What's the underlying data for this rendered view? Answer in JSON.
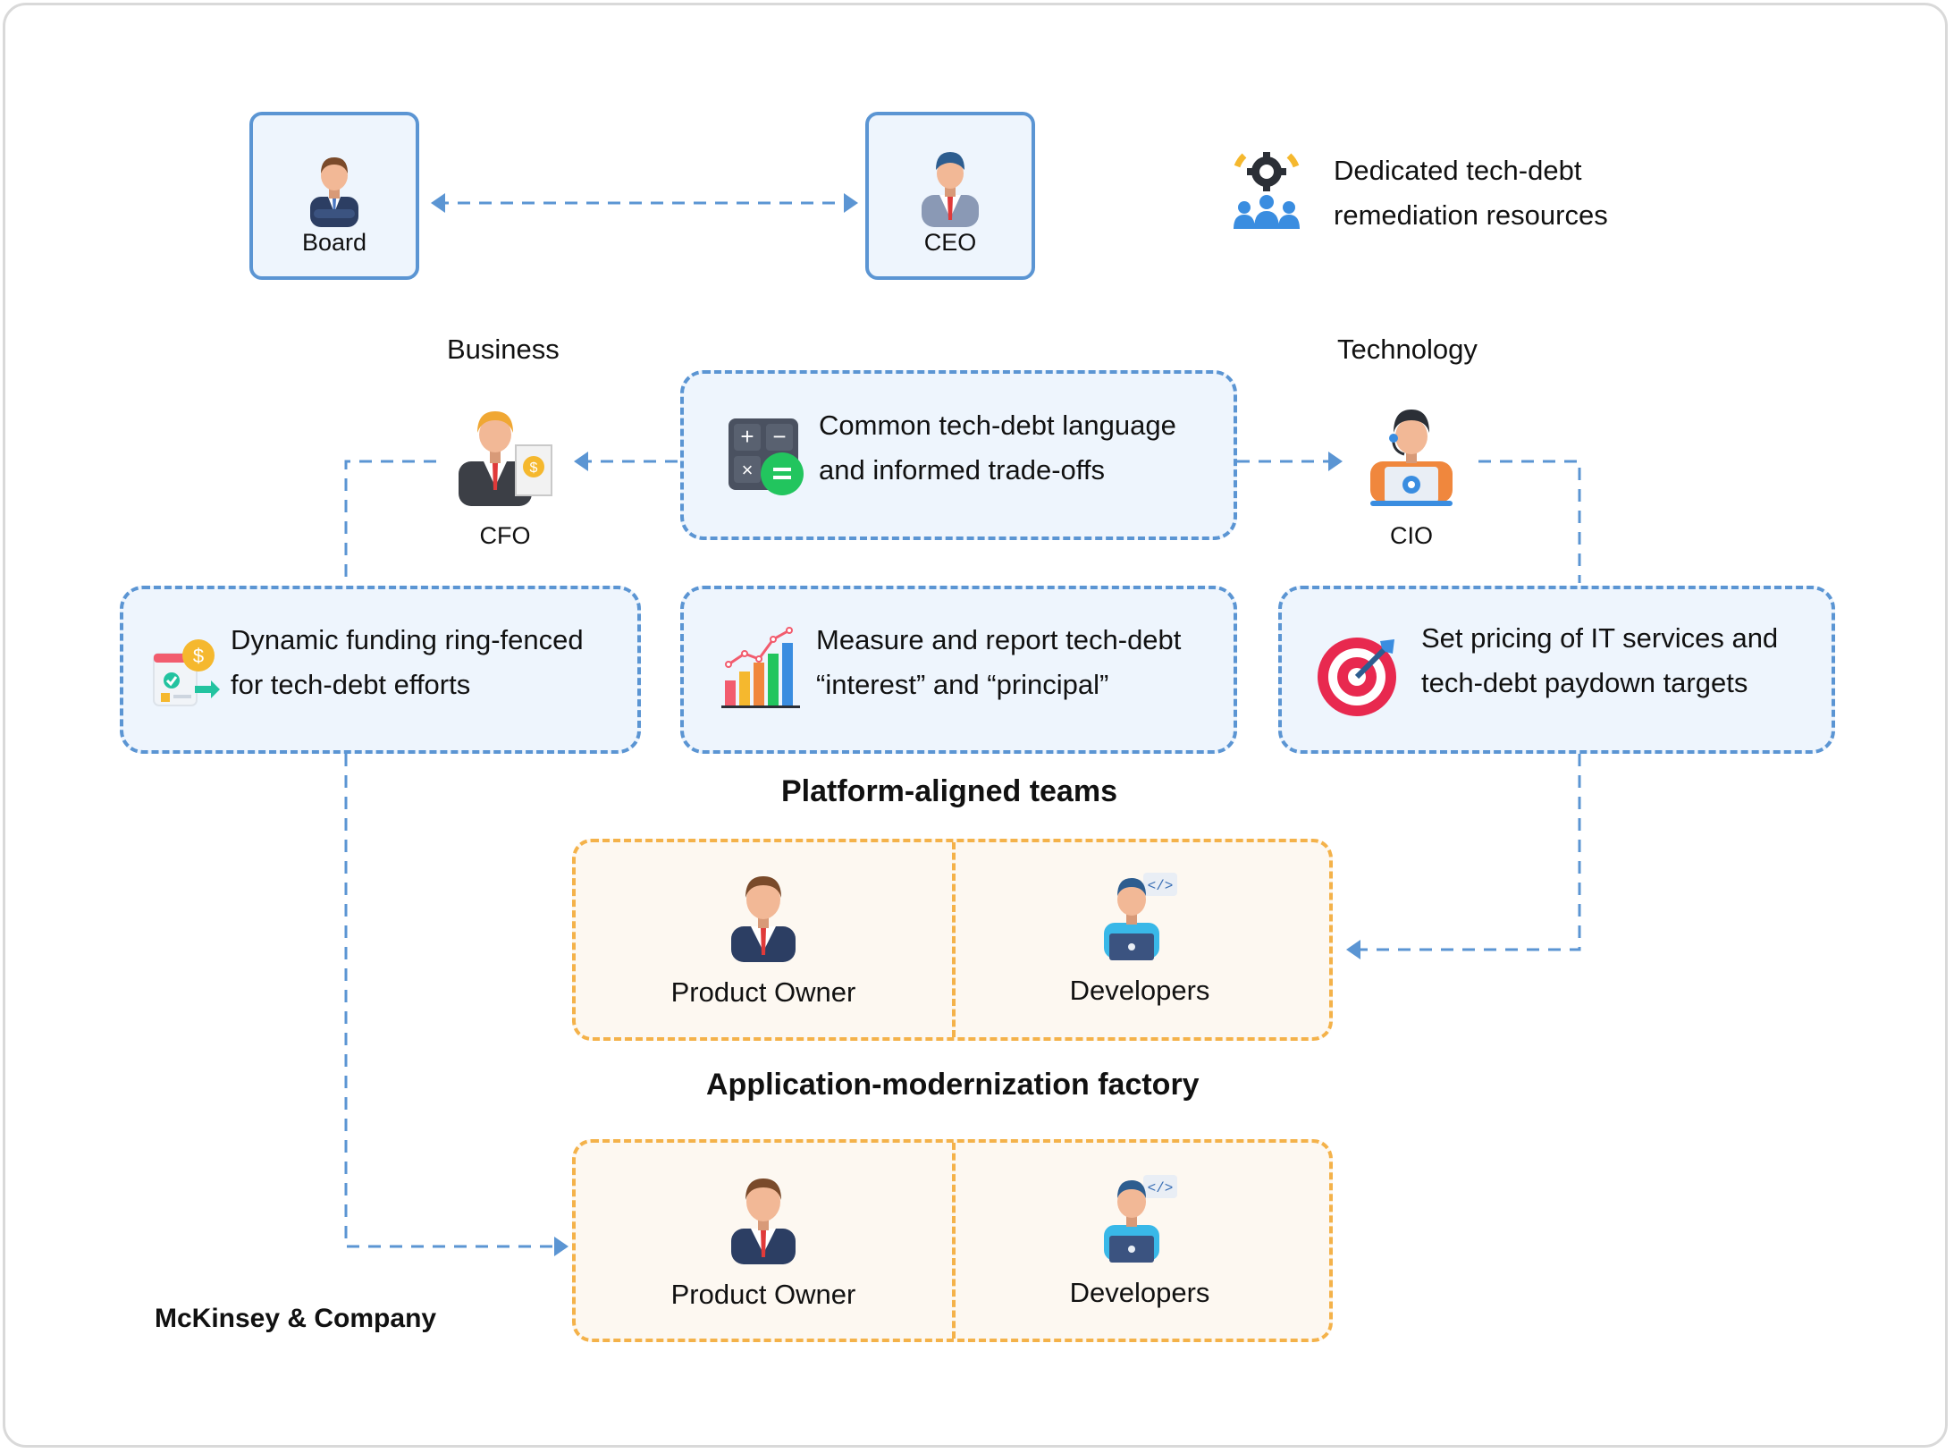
{
  "executives": {
    "board": {
      "label": "Board",
      "icon": "board-member-icon"
    },
    "ceo": {
      "label": "CEO",
      "icon": "ceo-icon"
    }
  },
  "legend": {
    "icon": "remediation-resources-icon",
    "line1": "Dedicated tech-debt",
    "line2": "remediation resources"
  },
  "sections": {
    "business": "Business",
    "technology": "Technology"
  },
  "roles": {
    "cfo": {
      "label": "CFO",
      "icon": "cfo-icon"
    },
    "cio": {
      "label": "CIO",
      "icon": "cio-icon"
    }
  },
  "cards": {
    "language": {
      "line1": "Common tech-debt language",
      "line2": "and informed trade-offs",
      "icon": "calculator-icon"
    },
    "funding": {
      "line1": "Dynamic funding ring-fenced",
      "line2": "for tech-debt efforts",
      "icon": "funding-icon"
    },
    "measure": {
      "line1": "Measure and report tech-debt",
      "line2": "“interest” and “principal”",
      "icon": "bar-chart-icon"
    },
    "pricing": {
      "line1": "Set pricing of IT services and",
      "line2": "tech-debt paydown targets",
      "icon": "target-icon"
    }
  },
  "teams": {
    "platform": {
      "title": "Platform-aligned teams",
      "members": [
        {
          "label": "Product Owner",
          "icon": "product-owner-icon"
        },
        {
          "label": "Developers",
          "icon": "developer-icon"
        }
      ]
    },
    "factory": {
      "title": "Application-modernization factory",
      "members": [
        {
          "label": "Product Owner",
          "icon": "product-owner-icon"
        },
        {
          "label": "Developers",
          "icon": "developer-icon"
        }
      ]
    }
  },
  "brand": "McKinsey & Company",
  "colors": {
    "blue_accent": "#5b95d3",
    "orange_accent": "#f4b24a",
    "blue_fill": "#eef5fd",
    "orange_fill": "#fdf8f1"
  }
}
